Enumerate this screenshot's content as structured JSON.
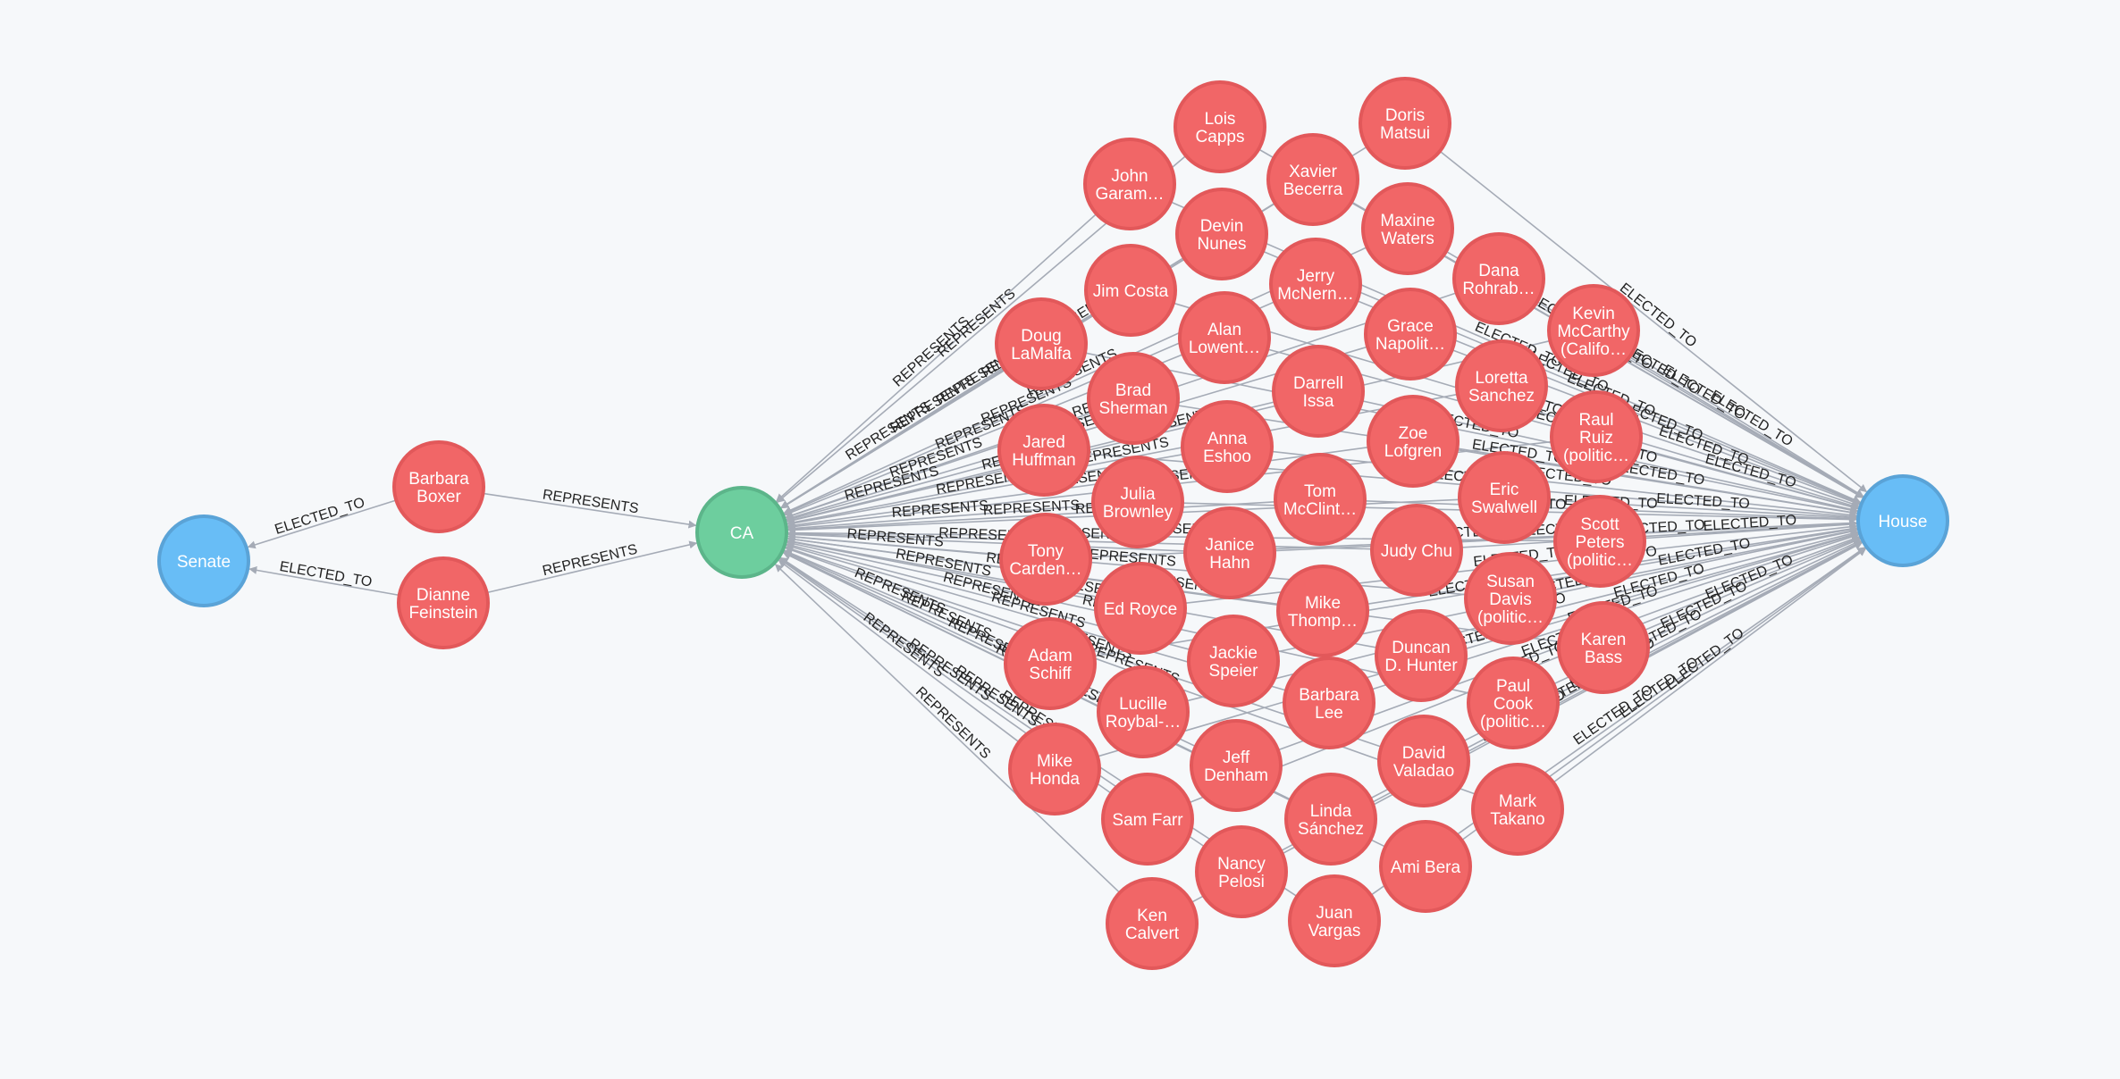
{
  "colors": {
    "person_fill": "#f16667",
    "person_stroke": "#e2585a",
    "state_fill": "#6dce9e",
    "state_stroke": "#5cb58a",
    "chamber_fill": "#68bdf6",
    "chamber_stroke": "#5aa3d7",
    "edge": "#a5abb6",
    "edge_label": "#222222",
    "background": "#f6f8fa"
  },
  "relationship_types": {
    "represents": "REPRESENTS",
    "elected_to": "ELECTED_TO"
  },
  "nodes": {
    "senate": {
      "label": "Senate"
    },
    "house": {
      "label": "House"
    },
    "ca": {
      "label": "CA"
    },
    "senators": [
      {
        "lines": [
          "Barbara",
          "Boxer"
        ]
      },
      {
        "lines": [
          "Dianne",
          "Feinstein"
        ]
      }
    ],
    "representatives": [
      {
        "lines": [
          "Lois",
          "Capps"
        ]
      },
      {
        "lines": [
          "Doris",
          "Matsui"
        ]
      },
      {
        "lines": [
          "John",
          "Garam…"
        ]
      },
      {
        "lines": [
          "Xavier",
          "Becerra"
        ]
      },
      {
        "lines": [
          "Devin",
          "Nunes"
        ]
      },
      {
        "lines": [
          "Maxine",
          "Waters"
        ]
      },
      {
        "lines": [
          "Jim Costa"
        ]
      },
      {
        "lines": [
          "Jerry",
          "McNern…"
        ]
      },
      {
        "lines": [
          "Dana",
          "Rohrab…"
        ]
      },
      {
        "lines": [
          "Doug",
          "LaMalfa"
        ]
      },
      {
        "lines": [
          "Alan",
          "Lowent…"
        ]
      },
      {
        "lines": [
          "Grace",
          "Napolit…"
        ]
      },
      {
        "lines": [
          "Kevin",
          "McCarthy",
          "(Califo…"
        ]
      },
      {
        "lines": [
          "Brad",
          "Sherman"
        ]
      },
      {
        "lines": [
          "Darrell",
          "Issa"
        ]
      },
      {
        "lines": [
          "Loretta",
          "Sanchez"
        ]
      },
      {
        "lines": [
          "Jared",
          "Huffman"
        ]
      },
      {
        "lines": [
          "Anna",
          "Eshoo"
        ]
      },
      {
        "lines": [
          "Zoe",
          "Lofgren"
        ]
      },
      {
        "lines": [
          "Raul",
          "Ruiz",
          "(politic…"
        ]
      },
      {
        "lines": [
          "Julia",
          "Brownley"
        ]
      },
      {
        "lines": [
          "Tom",
          "McClint…"
        ]
      },
      {
        "lines": [
          "Eric",
          "Swalwell"
        ]
      },
      {
        "lines": [
          "Tony",
          "Carden…"
        ]
      },
      {
        "lines": [
          "Janice",
          "Hahn"
        ]
      },
      {
        "lines": [
          "Judy Chu"
        ]
      },
      {
        "lines": [
          "Scott",
          "Peters",
          "(politic…"
        ]
      },
      {
        "lines": [
          "Ed Royce"
        ]
      },
      {
        "lines": [
          "Mike",
          "Thomp…"
        ]
      },
      {
        "lines": [
          "Susan",
          "Davis",
          "(politic…"
        ]
      },
      {
        "lines": [
          "Adam",
          "Schiff"
        ]
      },
      {
        "lines": [
          "Jackie",
          "Speier"
        ]
      },
      {
        "lines": [
          "Duncan",
          "D. Hunter"
        ]
      },
      {
        "lines": [
          "Karen",
          "Bass"
        ]
      },
      {
        "lines": [
          "Lucille",
          "Roybal-…"
        ]
      },
      {
        "lines": [
          "Barbara",
          "Lee"
        ]
      },
      {
        "lines": [
          "Paul",
          "Cook",
          "(politic…"
        ]
      },
      {
        "lines": [
          "Mike",
          "Honda"
        ]
      },
      {
        "lines": [
          "Jeff",
          "Denham"
        ]
      },
      {
        "lines": [
          "David",
          "Valadao"
        ]
      },
      {
        "lines": [
          "Sam Farr"
        ]
      },
      {
        "lines": [
          "Linda",
          "Sánchez"
        ]
      },
      {
        "lines": [
          "Mark",
          "Takano"
        ]
      },
      {
        "lines": [
          "Nancy",
          "Pelosi"
        ]
      },
      {
        "lines": [
          "Ami Bera"
        ]
      },
      {
        "lines": [
          "Ken",
          "Calvert"
        ]
      },
      {
        "lines": [
          "Juan",
          "Vargas"
        ]
      }
    ]
  }
}
